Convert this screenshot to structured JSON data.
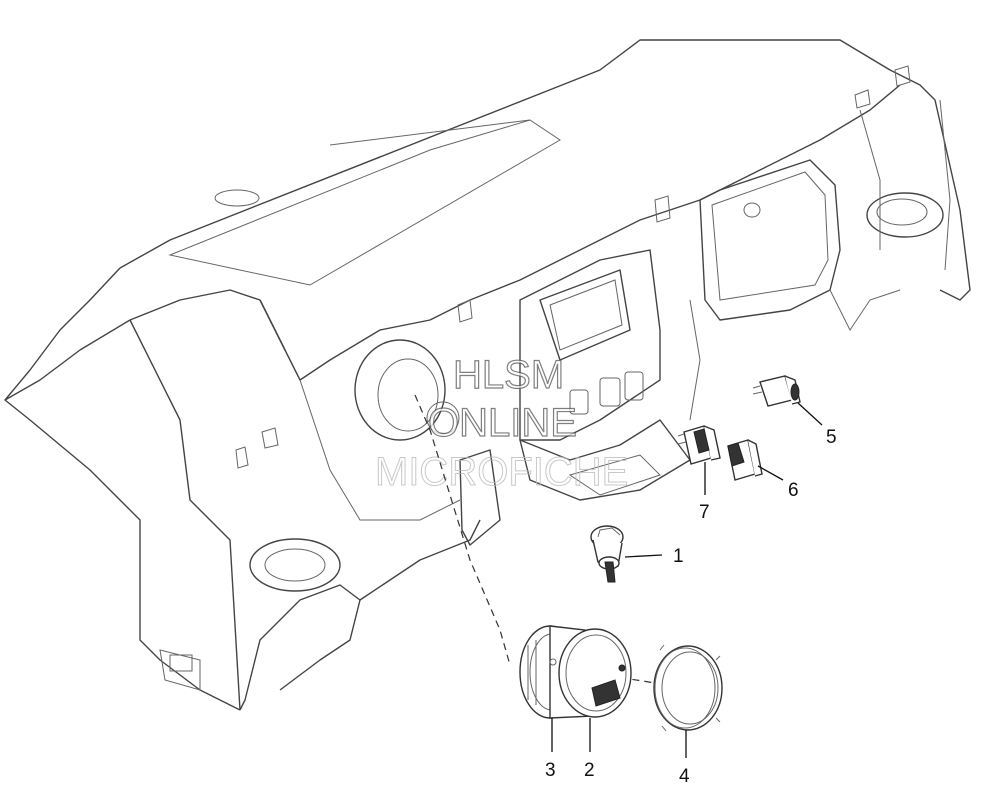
{
  "watermark": {
    "line1": "HLSM",
    "line2": "ONLINE",
    "line3": "MICROFICHE"
  },
  "callouts": [
    {
      "id": "1",
      "label": "1"
    },
    {
      "id": "2",
      "label": "2"
    },
    {
      "id": "3",
      "label": "3"
    },
    {
      "id": "4",
      "label": "4"
    },
    {
      "id": "5",
      "label": "5"
    },
    {
      "id": "6",
      "label": "6"
    },
    {
      "id": "7",
      "label": "7"
    }
  ]
}
